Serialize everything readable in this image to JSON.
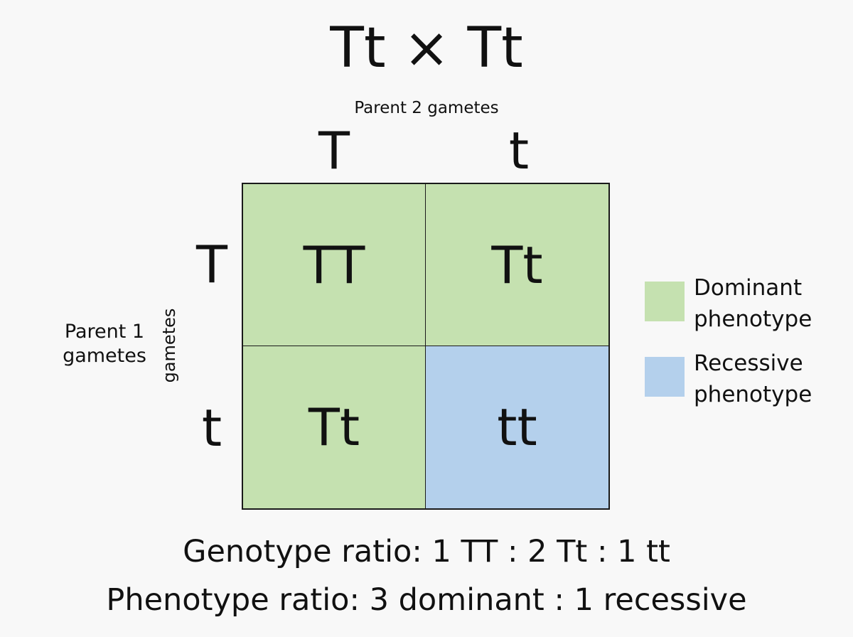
{
  "title": "Tt × Tt",
  "parent2_label": "Parent 2 gametes",
  "parent1_label_line1": "Parent 1",
  "parent1_label_line2": "gametes",
  "parent1_label_rotated": "gametes",
  "top_alleles": [
    "T",
    "t"
  ],
  "left_alleles": [
    "T",
    "t"
  ],
  "cells": [
    {
      "genotype": "TT",
      "phenotype": "dominant"
    },
    {
      "genotype": "Tt",
      "phenotype": "dominant"
    },
    {
      "genotype": "Tt",
      "phenotype": "dominant"
    },
    {
      "genotype": "tt",
      "phenotype": "recessive"
    }
  ],
  "legend": [
    {
      "line1": "Dominant",
      "line2": "phenotype",
      "color": "#c5e1b0"
    },
    {
      "line1": "Recessive",
      "line2": "phenotype",
      "color": "#b4d0ec"
    }
  ],
  "colors": {
    "dominant": "#c5e1b0",
    "recessive": "#b4d0ec"
  },
  "genotype_ratio": "Genotype ratio: 1 TT : 2 Tt : 1 tt",
  "phenotype_ratio": "Phenotype ratio: 3 dominant : 1 recessive"
}
